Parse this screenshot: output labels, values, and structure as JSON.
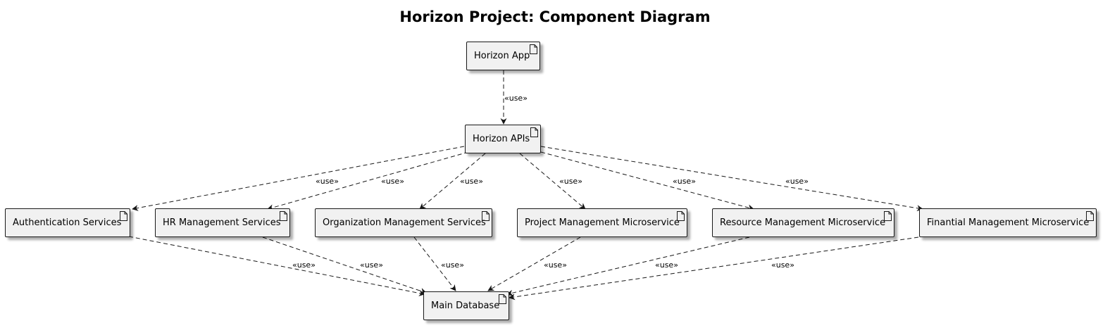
{
  "title": "Horizon Project: Component Diagram",
  "nodes": {
    "app": "Horizon App",
    "apis": "Horizon APIs",
    "auth": "Authentication Services",
    "hr": "HR Management Services",
    "org": "Organization Management Services",
    "proj": "Project Management Microservice",
    "res": "Resource Management Microservice",
    "fin": "Finantial Management Microservice",
    "db": "Main Database"
  },
  "edges": [
    {
      "from": "app",
      "to": "apis",
      "label": "«use»"
    },
    {
      "from": "apis",
      "to": "auth",
      "label": "«use»"
    },
    {
      "from": "apis",
      "to": "hr",
      "label": "«use»"
    },
    {
      "from": "apis",
      "to": "org",
      "label": "«use»"
    },
    {
      "from": "apis",
      "to": "proj",
      "label": "«use»"
    },
    {
      "from": "apis",
      "to": "res",
      "label": "«use»"
    },
    {
      "from": "apis",
      "to": "fin",
      "label": "«use»"
    },
    {
      "from": "auth",
      "to": "db",
      "label": "«use»"
    },
    {
      "from": "hr",
      "to": "db",
      "label": "«use»"
    },
    {
      "from": "org",
      "to": "db",
      "label": "«use»"
    },
    {
      "from": "proj",
      "to": "db",
      "label": "«use»"
    },
    {
      "from": "res",
      "to": "db",
      "label": "«use»"
    },
    {
      "from": "fin",
      "to": "db",
      "label": "«use»"
    }
  ],
  "icon": "document-icon"
}
